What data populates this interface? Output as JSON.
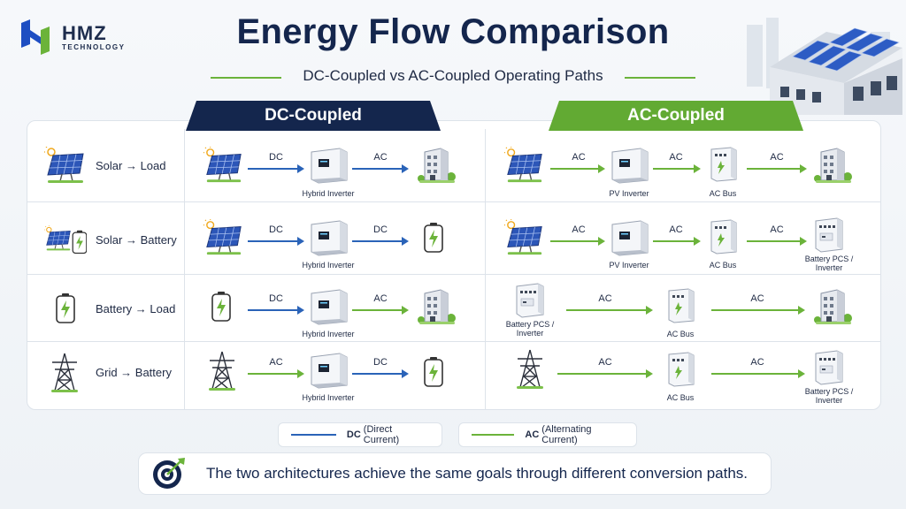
{
  "logo": {
    "name": "HMZ",
    "sub": "TECHNOLOGY"
  },
  "title": "Energy Flow Comparison",
  "subtitle": "DC-Coupled vs AC-Coupled Operating Paths",
  "columns": {
    "dc": "DC-Coupled",
    "ac": "AC-Coupled"
  },
  "rows": [
    {
      "label": "Solar → Load",
      "dc": {
        "a1": "DC",
        "a2": "AC",
        "mid": "Hybrid Inverter"
      },
      "ac": {
        "a1": "AC",
        "a2": "AC",
        "a3": "AC",
        "mid1": "PV Inverter",
        "mid2": "AC Bus"
      }
    },
    {
      "label": "Solar → Battery",
      "dc": {
        "a1": "DC",
        "a2": "DC",
        "mid": "Hybrid Inverter"
      },
      "ac": {
        "a1": "AC",
        "a2": "AC",
        "a3": "AC",
        "mid1": "PV Inverter",
        "mid2": "AC Bus",
        "end": "Battery PCS / Inverter"
      }
    },
    {
      "label": "Battery → Load",
      "dc": {
        "a1": "DC",
        "a2": "AC",
        "mid": "Hybrid Inverter"
      },
      "ac": {
        "a1": "AC",
        "a2": "AC",
        "start": "Battery PCS / Inverter",
        "mid": "AC Bus"
      }
    },
    {
      "label": "Grid → Battery",
      "dc": {
        "a1": "AC",
        "a2": "DC",
        "mid": "Hybrid Inverter"
      },
      "ac": {
        "a1": "AC",
        "a2": "AC",
        "mid": "AC Bus",
        "end": "Battery PCS / Inverter"
      }
    }
  ],
  "legend": {
    "dc_strong": "DC",
    "dc_rest": "(Direct Current)",
    "ac_strong": "AC",
    "ac_rest": "(Alternating Current)",
    "dc_color": "#2a63b8",
    "ac_color": "#6bb33a"
  },
  "note": "The two architectures achieve the same goals through different conversion paths.",
  "icons": [
    "solar-panel-icon",
    "battery-icon",
    "transmission-tower-icon",
    "building-icon",
    "inverter-icon",
    "ac-bus-icon",
    "target-icon"
  ]
}
